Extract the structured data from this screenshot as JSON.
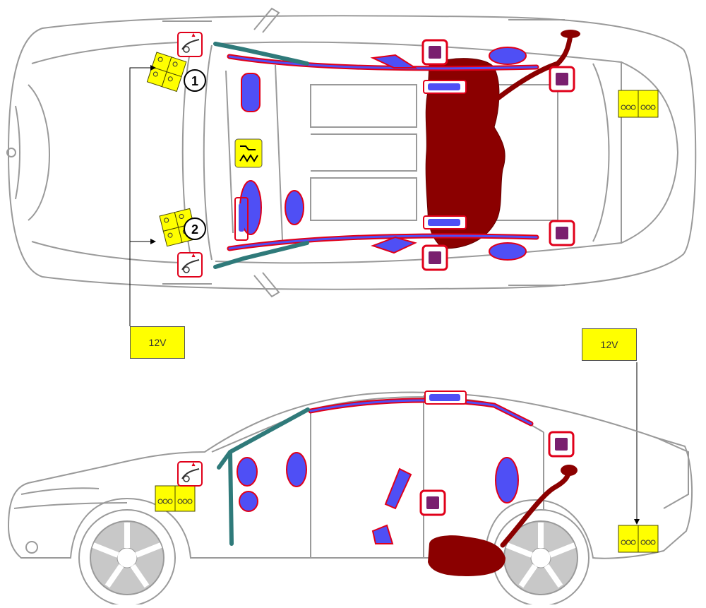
{
  "labels": {
    "voltage_left": "12V",
    "voltage_right": "12V",
    "marker_1": "1",
    "marker_2": "2"
  },
  "colors": {
    "background": "#ffffff",
    "car_outline": "#9a9a9a",
    "fuel_tank": "#8b0000",
    "airbag_fill": "#4f4ff5",
    "airbag_border": "#e0001a",
    "curtain_line": "#4f4ff5",
    "roof_frame": "#2f7a7a",
    "sensor_fill": "#7a1f6e",
    "sensor_border": "#e0001a",
    "battery_fill": "#ffff00",
    "battery_stroke": "#4a4a00",
    "voltage_label_fill": "#ffff00"
  },
  "icons": [
    "battery-icon",
    "pyrotechnic-hood-icon",
    "seat-belt-tensioner-icon",
    "crash-sensor-icon",
    "fuel-tank-icon"
  ]
}
